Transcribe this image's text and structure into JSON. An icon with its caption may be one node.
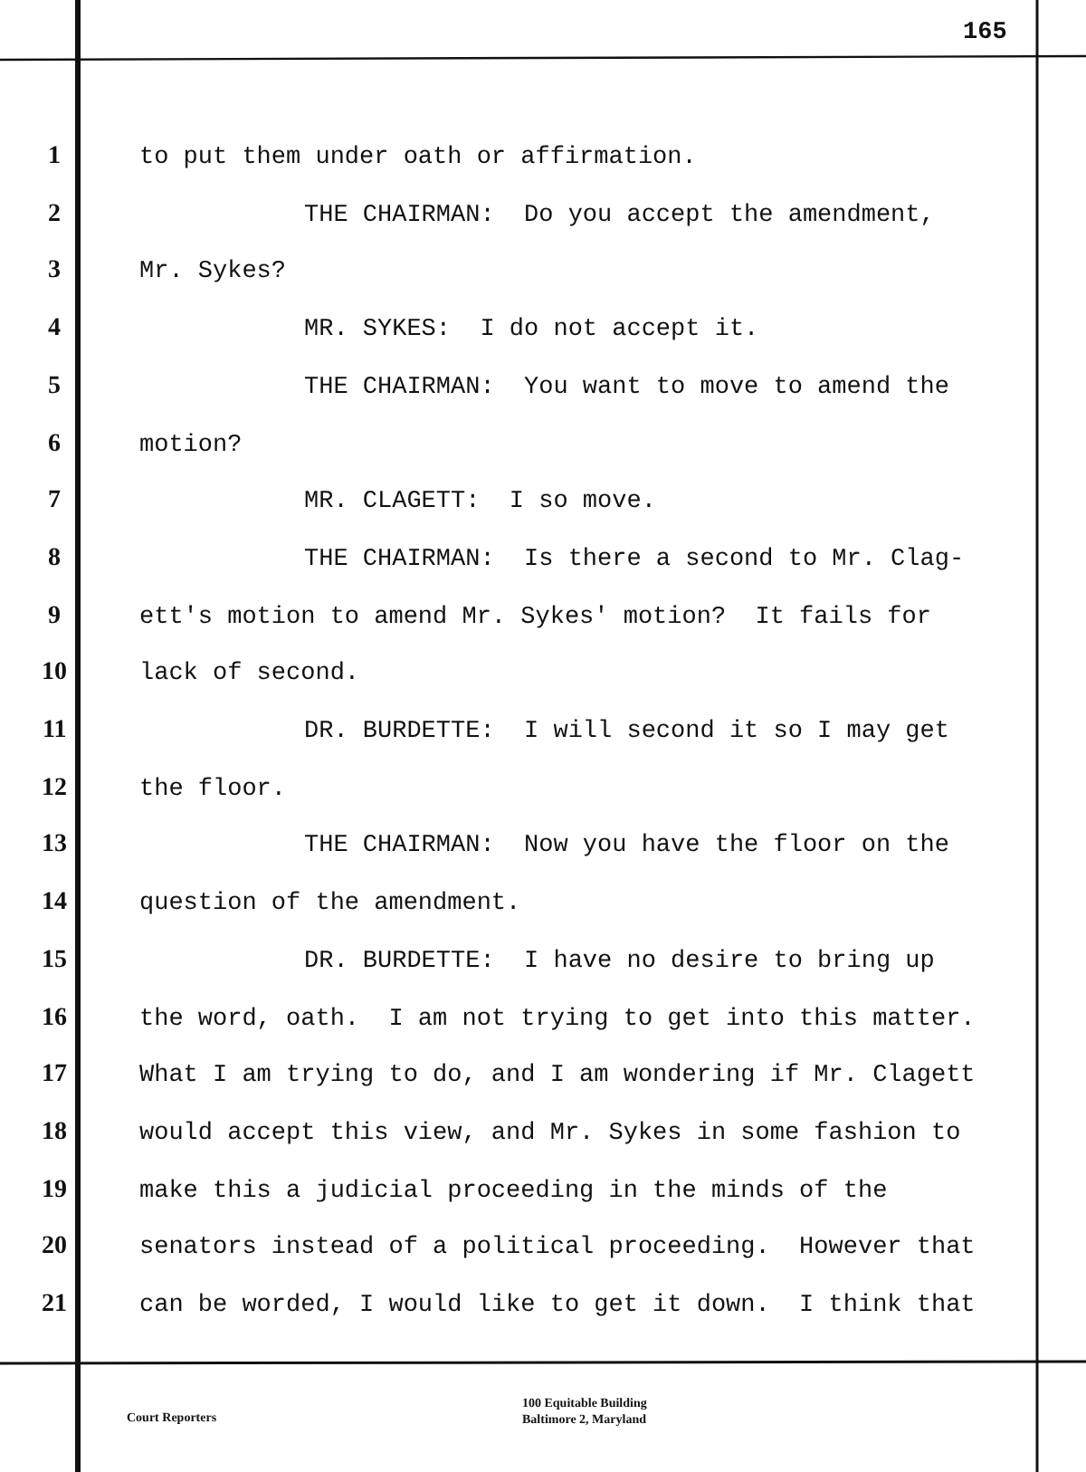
{
  "diagram": {
    "labels": [
      "165",
      "1",
      "to put them under oath or affirmation.",
      "2",
      "THE CHAIRMAN:  Do you accept the amendment,",
      "3",
      "Mr. Sykes?",
      "4",
      "MR. SYKES:  I do not accept it.",
      "5",
      "THE CHAIRMAN:  You want to move to amend the",
      "6",
      "motion?",
      "7",
      "MR. CLAGETT:  I so move.",
      "8",
      "THE CHAIRMAN:  Is there a second to Mr. Clag-",
      "9",
      "ett's motion to amend Mr. Sykes' motion?  It fails for",
      "10",
      "lack of second.",
      "11",
      "DR. BURDETTE:  I will second it so I may get",
      "12",
      "the floor.",
      "13",
      "THE CHAIRMAN:  Now you have the floor on the",
      "14",
      "question of the amendment.",
      "15",
      "DR. BURDETTE:  I have no desire to bring up",
      "16",
      "the word, oath.  I am not trying to get into this matter.",
      "17",
      "What I am trying to do, and I am wondering if Mr. Clagett",
      "18",
      "would accept this view, and Mr. Sykes in some fashion to",
      "19",
      "make this a judicial proceeding in the minds of the",
      "20",
      "senators instead of a political proceeding.  However that",
      "21",
      "can be worded, I would like to get it down.  I think that",
      "100 Equitable Building",
      "Court Reporters",
      "Baltimore 2, Maryland"
    ]
  }
}
